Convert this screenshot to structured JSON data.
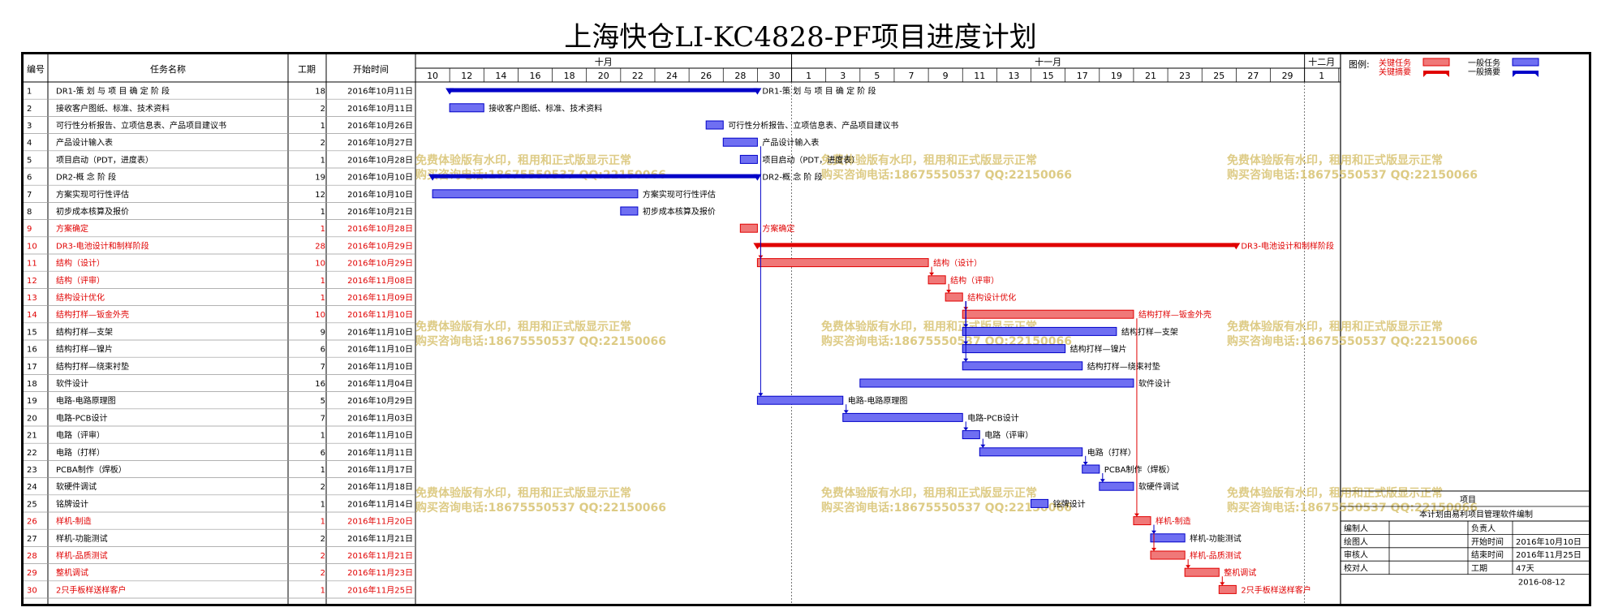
{
  "title": "上海快仓LI-KC4828-PF项目进度计划",
  "chart_data": {
    "type": "gantt",
    "columns": {
      "id": "编号",
      "name": "任务名称",
      "duration": "工期",
      "start": "开始时间"
    },
    "month_labels": [
      {
        "label": "十月",
        "from": "2016-10-09",
        "to": "2016-10-31"
      },
      {
        "label": "十一月",
        "from": "2016-10-31",
        "to": "2016-11-30"
      },
      {
        "label": "十二月",
        "from": "2016-11-30",
        "to": "2016-12-02"
      }
    ],
    "day_ticks": [
      {
        "date": "2016-10-10",
        "label": "10"
      },
      {
        "date": "2016-10-12",
        "label": "12"
      },
      {
        "date": "2016-10-14",
        "label": "14"
      },
      {
        "date": "2016-10-16",
        "label": "16"
      },
      {
        "date": "2016-10-18",
        "label": "18"
      },
      {
        "date": "2016-10-20",
        "label": "20"
      },
      {
        "date": "2016-10-22",
        "label": "22"
      },
      {
        "date": "2016-10-24",
        "label": "24"
      },
      {
        "date": "2016-10-26",
        "label": "26"
      },
      {
        "date": "2016-10-28",
        "label": "28"
      },
      {
        "date": "2016-10-30",
        "label": "30"
      },
      {
        "date": "2016-11-01",
        "label": "1"
      },
      {
        "date": "2016-11-03",
        "label": "3"
      },
      {
        "date": "2016-11-05",
        "label": "5"
      },
      {
        "date": "2016-11-07",
        "label": "7"
      },
      {
        "date": "2016-11-09",
        "label": "9"
      },
      {
        "date": "2016-11-11",
        "label": "11"
      },
      {
        "date": "2016-11-13",
        "label": "13"
      },
      {
        "date": "2016-11-15",
        "label": "15"
      },
      {
        "date": "2016-11-17",
        "label": "17"
      },
      {
        "date": "2016-11-19",
        "label": "19"
      },
      {
        "date": "2016-11-21",
        "label": "21"
      },
      {
        "date": "2016-11-23",
        "label": "23"
      },
      {
        "date": "2016-11-25",
        "label": "25"
      },
      {
        "date": "2016-11-27",
        "label": "27"
      },
      {
        "date": "2016-11-29",
        "label": "29"
      },
      {
        "date": "2016-12-01",
        "label": "1"
      }
    ],
    "tasks": [
      {
        "id": "1",
        "name": "DR1-策 划 与 项 目 确 定 阶 段",
        "duration": 18,
        "start": "2016年10月11日",
        "start_date": "2016-10-11",
        "type": "summary",
        "critical": false
      },
      {
        "id": "2",
        "name": "接收客户图纸、标准、技术资料",
        "duration": 2,
        "start": "2016年10月11日",
        "start_date": "2016-10-11",
        "type": "task",
        "critical": false
      },
      {
        "id": "3",
        "name": "可行性分析报告、立项信息表、产品项目建议书",
        "duration": 1,
        "start": "2016年10月26日",
        "start_date": "2016-10-26",
        "type": "task",
        "critical": false
      },
      {
        "id": "4",
        "name": "产品设计输入表",
        "duration": 2,
        "start": "2016年10月27日",
        "start_date": "2016-10-27",
        "type": "task",
        "critical": false
      },
      {
        "id": "5",
        "name": "项目启动（PDT，进度表）",
        "duration": 1,
        "start": "2016年10月28日",
        "start_date": "2016-10-28",
        "type": "task",
        "critical": false
      },
      {
        "id": "6",
        "name": "DR2-概 念 阶 段",
        "duration": 19,
        "start": "2016年10月10日",
        "start_date": "2016-10-10",
        "type": "summary",
        "critical": false
      },
      {
        "id": "7",
        "name": "方案实现可行性评估",
        "duration": 12,
        "start": "2016年10月10日",
        "start_date": "2016-10-10",
        "type": "task",
        "critical": false
      },
      {
        "id": "8",
        "name": "初步成本核算及报价",
        "duration": 1,
        "start": "2016年10月21日",
        "start_date": "2016-10-21",
        "type": "task",
        "critical": false
      },
      {
        "id": "9",
        "name": "方案确定",
        "duration": 1,
        "start": "2016年10月28日",
        "start_date": "2016-10-28",
        "type": "task",
        "critical": true
      },
      {
        "id": "10",
        "name": "DR3-电池设计和制样阶段",
        "duration": 28,
        "start": "2016年10月29日",
        "start_date": "2016-10-29",
        "type": "summary",
        "critical": true
      },
      {
        "id": "11",
        "name": "结构（设计）",
        "duration": 10,
        "start": "2016年10月29日",
        "start_date": "2016-10-29",
        "type": "task",
        "critical": true
      },
      {
        "id": "12",
        "name": "结构（评审）",
        "duration": 1,
        "start": "2016年11月08日",
        "start_date": "2016-11-08",
        "type": "task",
        "critical": true
      },
      {
        "id": "13",
        "name": "结构设计优化",
        "duration": 1,
        "start": "2016年11月09日",
        "start_date": "2016-11-09",
        "type": "task",
        "critical": true
      },
      {
        "id": "14",
        "name": "结构打样—钣金外壳",
        "duration": 10,
        "start": "2016年11月10日",
        "start_date": "2016-11-10",
        "type": "task",
        "critical": true
      },
      {
        "id": "15",
        "name": "结构打样—支架",
        "duration": 9,
        "start": "2016年11月10日",
        "start_date": "2016-11-10",
        "type": "task",
        "critical": false
      },
      {
        "id": "16",
        "name": "结构打样—镍片",
        "duration": 6,
        "start": "2016年11月10日",
        "start_date": "2016-11-10",
        "type": "task",
        "critical": false
      },
      {
        "id": "17",
        "name": "结构打样—绕束衬垫",
        "duration": 7,
        "start": "2016年11月10日",
        "start_date": "2016-11-10",
        "type": "task",
        "critical": false
      },
      {
        "id": "18",
        "name": "软件设计",
        "duration": 16,
        "start": "2016年11月04日",
        "start_date": "2016-11-04",
        "type": "task",
        "critical": false
      },
      {
        "id": "19",
        "name": "电路-电路原理图",
        "duration": 5,
        "start": "2016年10月29日",
        "start_date": "2016-10-29",
        "type": "task",
        "critical": false
      },
      {
        "id": "20",
        "name": "电路-PCB设计",
        "duration": 7,
        "start": "2016年11月03日",
        "start_date": "2016-11-03",
        "type": "task",
        "critical": false
      },
      {
        "id": "21",
        "name": "电路（评审）",
        "duration": 1,
        "start": "2016年11月10日",
        "start_date": "2016-11-10",
        "type": "task",
        "critical": false
      },
      {
        "id": "22",
        "name": "电路（打样）",
        "duration": 6,
        "start": "2016年11月11日",
        "start_date": "2016-11-11",
        "type": "task",
        "critical": false
      },
      {
        "id": "23",
        "name": "PCBA制作（焊板）",
        "duration": 1,
        "start": "2016年11月17日",
        "start_date": "2016-11-17",
        "type": "task",
        "critical": false
      },
      {
        "id": "24",
        "name": "软硬件调试",
        "duration": 2,
        "start": "2016年11月18日",
        "start_date": "2016-11-18",
        "type": "task",
        "critical": false
      },
      {
        "id": "25",
        "name": "铭牌设计",
        "duration": 1,
        "start": "2016年11月14日",
        "start_date": "2016-11-14",
        "type": "task",
        "critical": false
      },
      {
        "id": "26",
        "name": "样机-制造",
        "duration": 1,
        "start": "2016年11月20日",
        "start_date": "2016-11-20",
        "type": "task",
        "critical": true
      },
      {
        "id": "27",
        "name": "样机-功能测试",
        "duration": 2,
        "start": "2016年11月21日",
        "start_date": "2016-11-21",
        "type": "task",
        "critical": false
      },
      {
        "id": "28",
        "name": "样机-品质测试",
        "duration": 2,
        "start": "2016年11月21日",
        "start_date": "2016-11-21",
        "type": "task",
        "critical": true
      },
      {
        "id": "29",
        "name": "整机调试",
        "duration": 2,
        "start": "2016年11月23日",
        "start_date": "2016-11-23",
        "type": "task",
        "critical": true
      },
      {
        "id": "30",
        "name": "2只手板样送样客户",
        "duration": 1,
        "start": "2016年11月25日",
        "start_date": "2016-11-25",
        "type": "task",
        "critical": true
      }
    ],
    "legend": {
      "title": "图例:",
      "items": [
        {
          "label": "关键任务",
          "kind": "task",
          "critical": true
        },
        {
          "label": "关键摘要",
          "kind": "summary",
          "critical": true
        },
        {
          "label": "一般任务",
          "kind": "task",
          "critical": false
        },
        {
          "label": "一般摘要",
          "kind": "summary",
          "critical": false
        }
      ]
    },
    "info_table": {
      "project_label": "项目",
      "note": "本计划由易利项目管理软件编制",
      "rows": [
        {
          "k1": "编制人",
          "v1": "",
          "k2": "负责人",
          "v2": ""
        },
        {
          "k1": "绘图人",
          "v1": "",
          "k2": "开始时间",
          "v2": "2016年10月10日"
        },
        {
          "k1": "审核人",
          "v1": "",
          "k2": "结束时间",
          "v2": "2016年11月25日"
        },
        {
          "k1": "校对人",
          "v1": "",
          "k2": "工期",
          "v2": "47天"
        }
      ],
      "date": "2016-08-12"
    },
    "watermark": {
      "line1": "免费体验版有水印，租用和正式版显示正常",
      "line2": "购买咨询电话:18675550537 QQ:22150066"
    },
    "colors": {
      "normal_fill": "#6f6ff2",
      "normal_stroke": "#0000c8",
      "critical_fill": "#f07878",
      "critical_stroke": "#e00000",
      "watermark": "#d8c270",
      "critical_text": "#e00000"
    }
  }
}
